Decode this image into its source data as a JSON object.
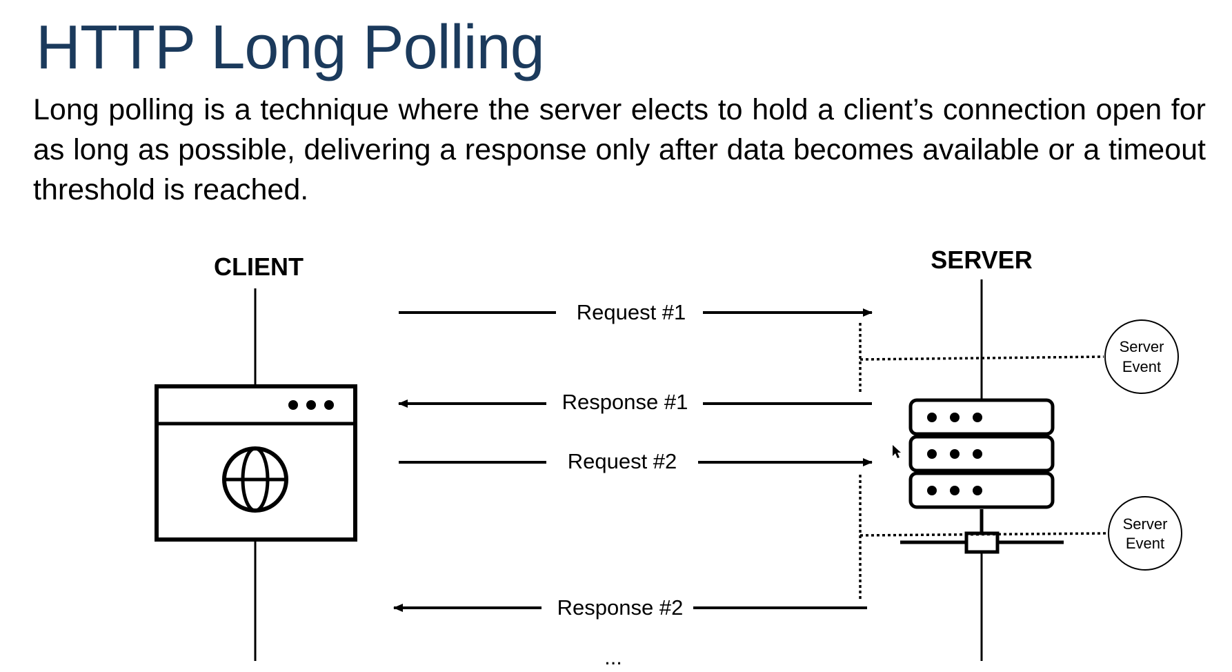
{
  "title": "HTTP Long Polling",
  "description": "Long polling is a technique where the server elects to hold a client’s connection open for as long as possible, delivering a response only after data becomes available or a timeout threshold is reached.",
  "diagram": {
    "client_label": "CLIENT",
    "server_label": "SERVER",
    "messages": [
      {
        "label": "Request #1",
        "direction": "client-to-server"
      },
      {
        "label": "Response #1",
        "direction": "server-to-client"
      },
      {
        "label": "Request #2",
        "direction": "client-to-server"
      },
      {
        "label": "Response #2",
        "direction": "server-to-client"
      }
    ],
    "server_events": [
      {
        "line1": "Server",
        "line2": "Event"
      },
      {
        "line1": "Server",
        "line2": "Event"
      }
    ],
    "continuation": "...",
    "icons": [
      "browser-window-icon",
      "globe-icon",
      "server-rack-icon",
      "network-connector-icon",
      "mouse-cursor-icon"
    ]
  }
}
